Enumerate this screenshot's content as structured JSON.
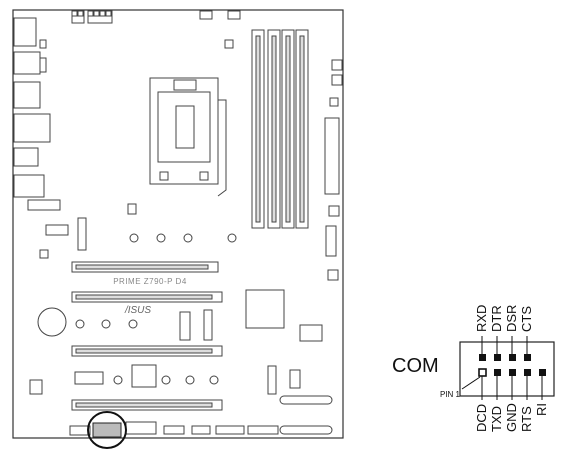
{
  "board": {
    "model_label": "PRIME Z790-P D4",
    "brand_label": "/ISUS"
  },
  "connector": {
    "name": "COM",
    "pin1_label": "PIN 1",
    "top_row": [
      "RXD",
      "DTR",
      "DSR",
      "CTS"
    ],
    "bottom_row": [
      "DCD",
      "TXD",
      "GND",
      "RTS",
      "RI"
    ]
  }
}
